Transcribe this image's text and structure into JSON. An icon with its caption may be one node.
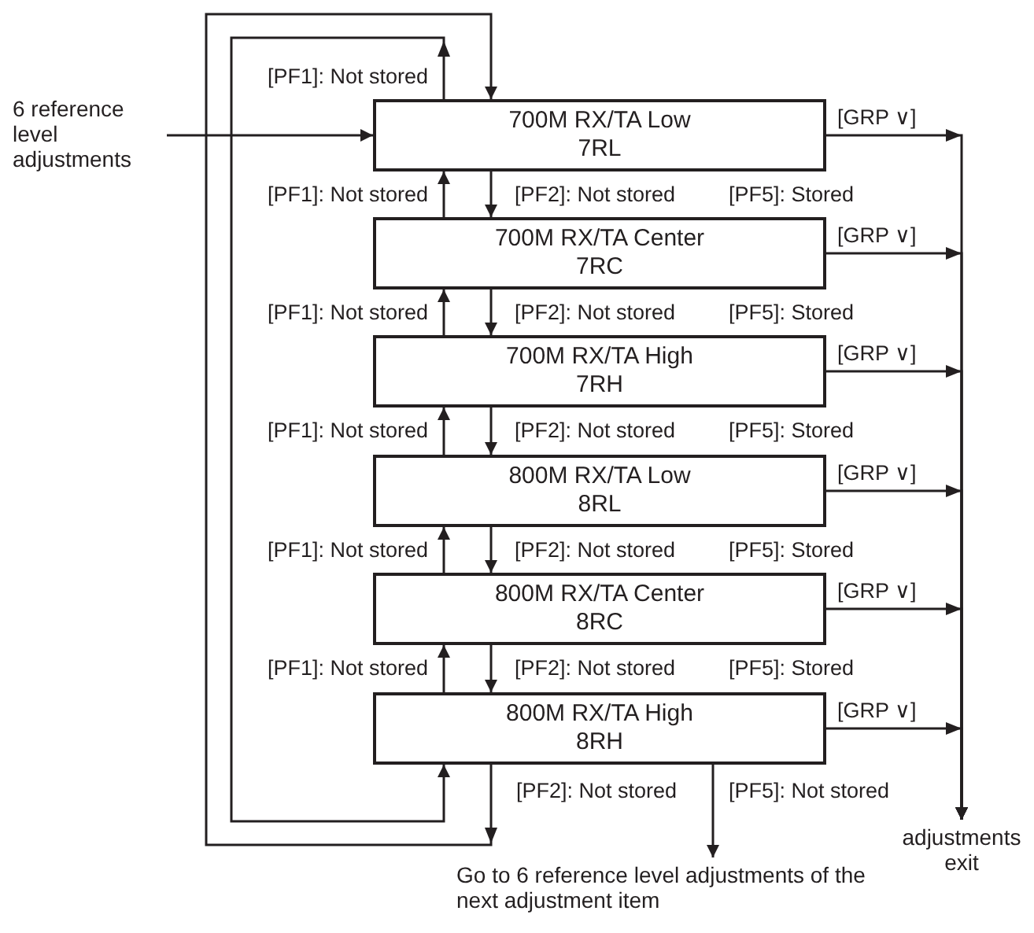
{
  "diagram": {
    "nodes": [
      {
        "text": [
          "700M RX/TA Low",
          "7RL"
        ]
      },
      {
        "text": [
          "700M RX/TA Center",
          "7RC"
        ]
      },
      {
        "text": [
          "700M RX/TA High",
          "7RH"
        ]
      },
      {
        "text": [
          "800M RX/TA Low",
          "8RL"
        ]
      },
      {
        "text": [
          "800M RX/TA Center",
          "8RC"
        ]
      },
      {
        "text": [
          "800M RX/TA High",
          "8RH"
        ]
      },
      {
        "text": [
          "6 reference level adjustments"
        ]
      },
      {
        "text": [
          "adjustments exit"
        ]
      },
      {
        "text": [
          "Go to 6 reference level adjustments of the next adjustment item"
        ]
      }
    ],
    "edges": [
      {
        "from": 6,
        "to": 0,
        "arrow": "to"
      },
      {
        "from": 0,
        "to": 1,
        "arrow": "to",
        "label": "[PF2]: Not stored"
      },
      {
        "from": 1,
        "to": 2,
        "arrow": "to",
        "label": "[PF2]: Not stored"
      },
      {
        "from": 2,
        "to": 3,
        "arrow": "to",
        "label": "[PF2]: Not stored"
      },
      {
        "from": 3,
        "to": 4,
        "arrow": "to",
        "label": "[PF2]: Not stored"
      },
      {
        "from": 4,
        "to": 5,
        "arrow": "to",
        "label": "[PF2]: Not stored"
      },
      {
        "from": 1,
        "to": 0,
        "arrow": "to",
        "label": "[PF1]: Not stored"
      },
      {
        "from": 2,
        "to": 1,
        "arrow": "to",
        "label": "[PF1]: Not stored"
      },
      {
        "from": 3,
        "to": 2,
        "arrow": "to",
        "label": "[PF1]: Not stored"
      },
      {
        "from": 4,
        "to": 3,
        "arrow": "to",
        "label": "[PF1]: Not stored"
      },
      {
        "from": 5,
        "to": 4,
        "arrow": "to",
        "label": "[PF1]: Not stored"
      },
      {
        "from": 0,
        "to": 5,
        "arrow": "to",
        "label": "[PF1]: Not stored"
      },
      {
        "from": 5,
        "to": 0,
        "arrow": "to",
        "label": "[PF2]: Not stored"
      },
      {
        "from": 5,
        "to": 8,
        "arrow": "to",
        "label": "[PF5]: Not stored"
      },
      {
        "from": 0,
        "to": 7,
        "arrow": "to",
        "label": "[GRP ∨]"
      },
      {
        "from": 1,
        "to": 7,
        "arrow": "to",
        "label": "[GRP ∨]"
      },
      {
        "from": 2,
        "to": 7,
        "arrow": "to",
        "label": "[GRP ∨]"
      },
      {
        "from": 3,
        "to": 7,
        "arrow": "to",
        "label": "[GRP ∨]"
      },
      {
        "from": 4,
        "to": 7,
        "arrow": "to",
        "label": "[GRP ∨]"
      },
      {
        "from": 5,
        "to": 7,
        "arrow": "to",
        "label": "[GRP ∨]"
      }
    ],
    "labels": [
      "[PF5]: Stored",
      "[PF5]: Stored",
      "[PF5]: Stored",
      "[PF5]: Stored",
      "[PF5]: Stored"
    ]
  }
}
